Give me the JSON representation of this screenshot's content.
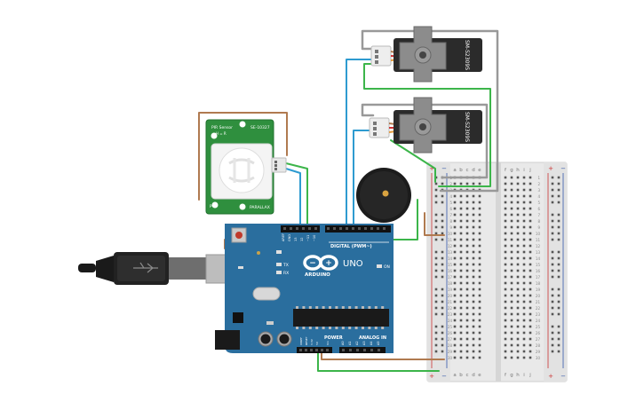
{
  "pir": {
    "title": "PIR Sensor",
    "line2": "H = R",
    "model": "SE-10327",
    "bottom_left": "P",
    "bottom_right": "PARALLAX"
  },
  "servo": {
    "label": "SM-S2309S"
  },
  "arduino": {
    "brand": "ARDUINO",
    "model": "UNO",
    "digital_label": "DIGITAL (PWM~)",
    "power_label": "POWER",
    "analog_label": "ANALOG IN",
    "tx": "TX",
    "rx": "RX",
    "on": "ON",
    "aref": "AREF",
    "gnd": "GND",
    "pin13": "13",
    "pin12": "12",
    "pin11": "~11",
    "pin10": "~10",
    "ioref": "IOREF",
    "reset": "RESET",
    "v33": "3.3V",
    "v5": "5V",
    "vin": "Vin",
    "analog_pins": [
      "A0",
      "A1",
      "A2",
      "A3",
      "A4",
      "A5"
    ]
  },
  "breadboard": {
    "cols_left": [
      "a",
      "b",
      "c",
      "d",
      "e"
    ],
    "cols_right": [
      "f",
      "g",
      "h",
      "i",
      "j"
    ],
    "row_numbers": [
      "1",
      "2",
      "3",
      "4",
      "5",
      "6",
      "7",
      "8",
      "9",
      "10",
      "11",
      "12",
      "13",
      "14",
      "15",
      "16",
      "17",
      "18",
      "19",
      "20",
      "21",
      "22",
      "23",
      "24",
      "25",
      "26",
      "27",
      "28",
      "29",
      "30"
    ],
    "plus": "+",
    "minus": "−"
  },
  "colors": {
    "wire_brown": "#b07a50",
    "wire_blue": "#2e9bd0",
    "wire_green": "#3cb54a",
    "wire_gray": "#999999",
    "arduino_blue": "#2a6e9e",
    "pcb_green": "#2f8f3e",
    "servo_black": "#2b2b2b"
  }
}
